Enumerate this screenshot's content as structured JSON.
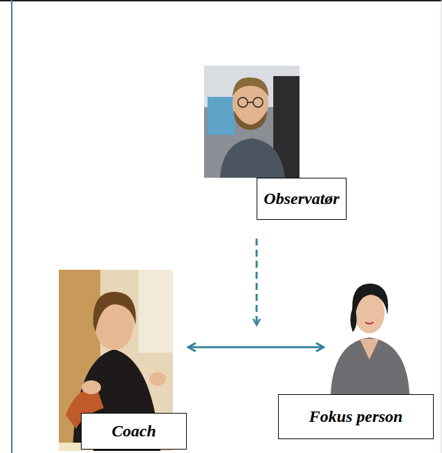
{
  "diagram": {
    "nodes": [
      {
        "text": [
          "Observatør"
        ]
      },
      {
        "text": [
          "Coach"
        ]
      },
      {
        "text": [
          "Fokus person"
        ]
      }
    ],
    "edges": [
      {
        "from": 1,
        "to": 2,
        "arrow": "both"
      }
    ]
  }
}
